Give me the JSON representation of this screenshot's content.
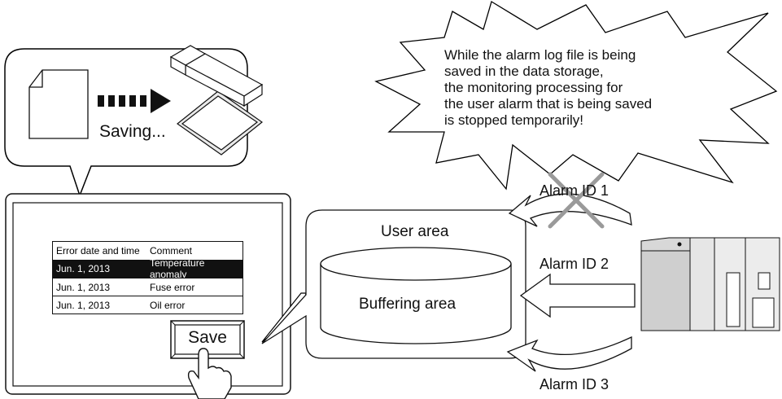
{
  "speech_bubble": {
    "saving_label": "Saving..."
  },
  "burst_message": {
    "lines": [
      "While the alarm log file is being",
      "saved in the data storage,",
      "the monitoring processing for",
      "the user alarm that is being saved",
      "is stopped temporarily!"
    ]
  },
  "alarm_table": {
    "headers": [
      "Error date and time",
      "Comment"
    ],
    "rows": [
      {
        "date": "Jun. 1, 2013",
        "comment": "Temperature anomaly",
        "selected": true
      },
      {
        "date": "Jun. 1, 2013",
        "comment": "Fuse error",
        "selected": false
      },
      {
        "date": "Jun. 1, 2013",
        "comment": "Oil error",
        "selected": false
      }
    ]
  },
  "save_button": {
    "label": "Save"
  },
  "buffer": {
    "user_area_label": "User area",
    "buffer_label": "Buffering area"
  },
  "alarms": [
    {
      "label": "Alarm ID 1",
      "blocked": true
    },
    {
      "label": "Alarm ID 2",
      "blocked": false
    },
    {
      "label": "Alarm ID 3",
      "blocked": false
    }
  ],
  "colors": {
    "blocked_cross": "#9a9a9a",
    "selected_row": "#111111",
    "plc_body": "#d8d8d8"
  }
}
